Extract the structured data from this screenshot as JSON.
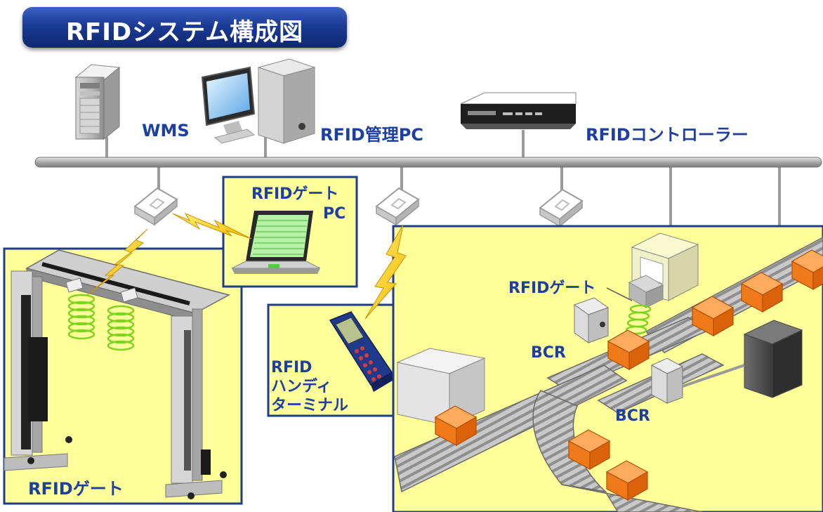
{
  "title": "RFIDシステム構成図",
  "nodes": {
    "wms": "WMS",
    "management_pc": "RFID管理PC",
    "controller": "RFIDコントローラー",
    "gate_pc_line1": "RFIDゲート",
    "gate_pc_line2": "PC",
    "handy_line1": "RFID",
    "handy_line2": "ハンディ",
    "handy_line3": "ターミナル",
    "conveyor_gate": "RFIDゲート",
    "bcr_upper": "BCR",
    "bcr_lower": "BCR",
    "gate_left": "RFIDゲート"
  },
  "colors": {
    "title_bg": "#1b3b95",
    "label_text": "#1c3fa0",
    "panel_fill": "#ffff99",
    "panel_border": "#1f3c8a",
    "network_bus": "#a8a8a8",
    "box": "#f07a1a",
    "lightning": "#f5c800"
  }
}
